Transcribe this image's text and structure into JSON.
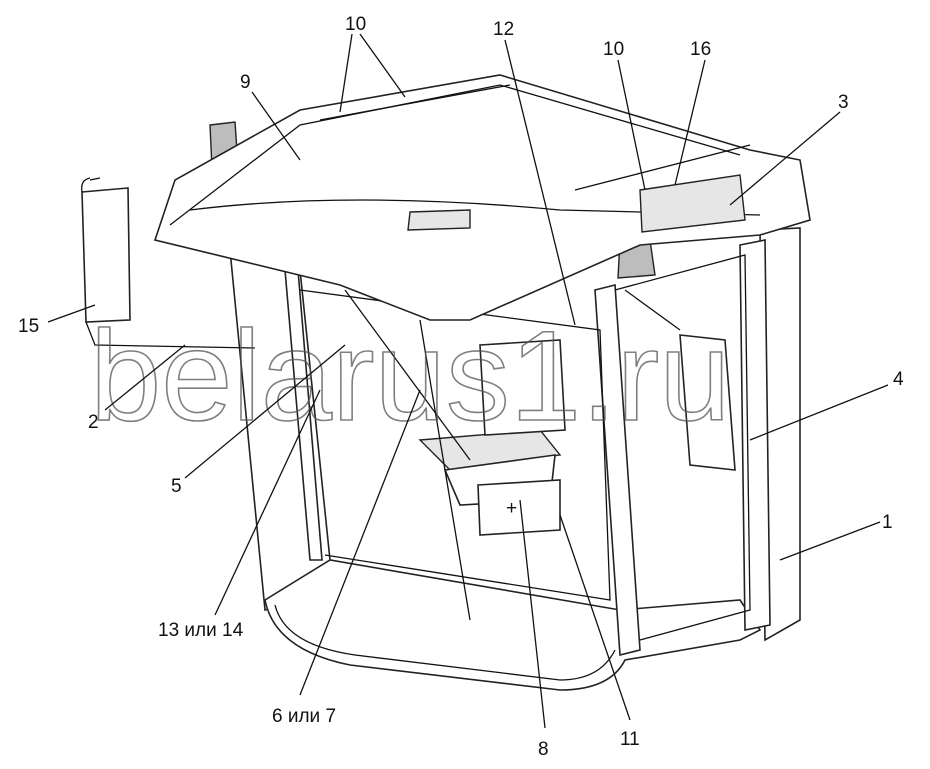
{
  "watermark": "belarus1.ru",
  "callouts": [
    {
      "id": "c10a",
      "text": "10"
    },
    {
      "id": "c12",
      "text": "12"
    },
    {
      "id": "c10b",
      "text": "10"
    },
    {
      "id": "c16",
      "text": "16"
    },
    {
      "id": "c9",
      "text": "9"
    },
    {
      "id": "c3",
      "text": "3"
    },
    {
      "id": "c15",
      "text": "15"
    },
    {
      "id": "c2",
      "text": "2"
    },
    {
      "id": "c4",
      "text": "4"
    },
    {
      "id": "c5",
      "text": "5"
    },
    {
      "id": "c1",
      "text": "1"
    },
    {
      "id": "c13",
      "text": "13 или 14"
    },
    {
      "id": "c6",
      "text": "6 или 7"
    },
    {
      "id": "c8",
      "text": "8"
    },
    {
      "id": "c11",
      "text": "11"
    }
  ]
}
